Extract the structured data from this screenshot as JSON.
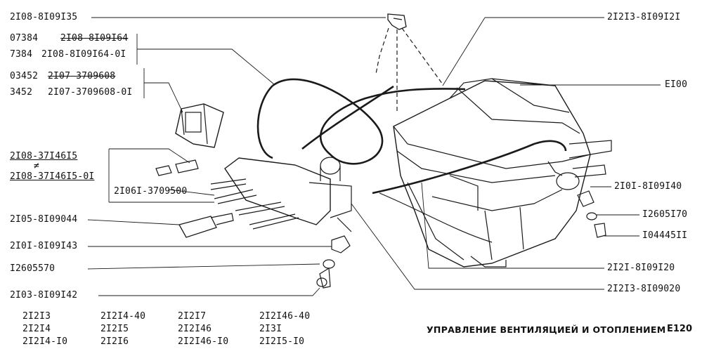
{
  "callouts_left": {
    "c1": "2I08-8I09I35",
    "c2a_num": "07384",
    "c2a_part": "2I08-8I09I64",
    "c2b_num": "7384",
    "c2b_part": "2I08-8I09I64-0I",
    "c3a_num": "03452",
    "c3a_part": "2I07-3709608",
    "c3b_num": "3452",
    "c3b_part": "2I07-3709608-0I",
    "c4a": "2I08-37I46I5",
    "c4_mark": "≠",
    "c4b": "2I08-37I46I5-0I",
    "c4c": "2I06I-3709500",
    "c5": "2I05-8I09044",
    "c6": "2I0I-8I09I43",
    "c7": "I2605570",
    "c8": "2I03-8I09I42"
  },
  "callouts_right": {
    "r1": "2I2I3-8I09I2I",
    "r2": "EI00",
    "r3": "2I0I-8I09I40",
    "r4": "I2605I70",
    "r5": "I04445II",
    "r6": "2I2I-8I09I20",
    "r7": "2I2I3-8I09020"
  },
  "models": {
    "col1": [
      "2I2I3",
      "2I2I4",
      "2I2I4-I0"
    ],
    "col2": [
      "2I2I4-40",
      "2I2I5",
      "2I2I6"
    ],
    "col3": [
      "2I2I7",
      "2I2I46",
      "2I2I46-I0"
    ],
    "col4": [
      "2I2I46-40",
      "2I3I",
      "2I2I5-I0"
    ]
  },
  "caption": {
    "title": "УПРАВЛЕНИЕ ВЕНТИЛЯЦИЕЙ И ОТОПЛЕНИЕМ",
    "code": "E120"
  }
}
